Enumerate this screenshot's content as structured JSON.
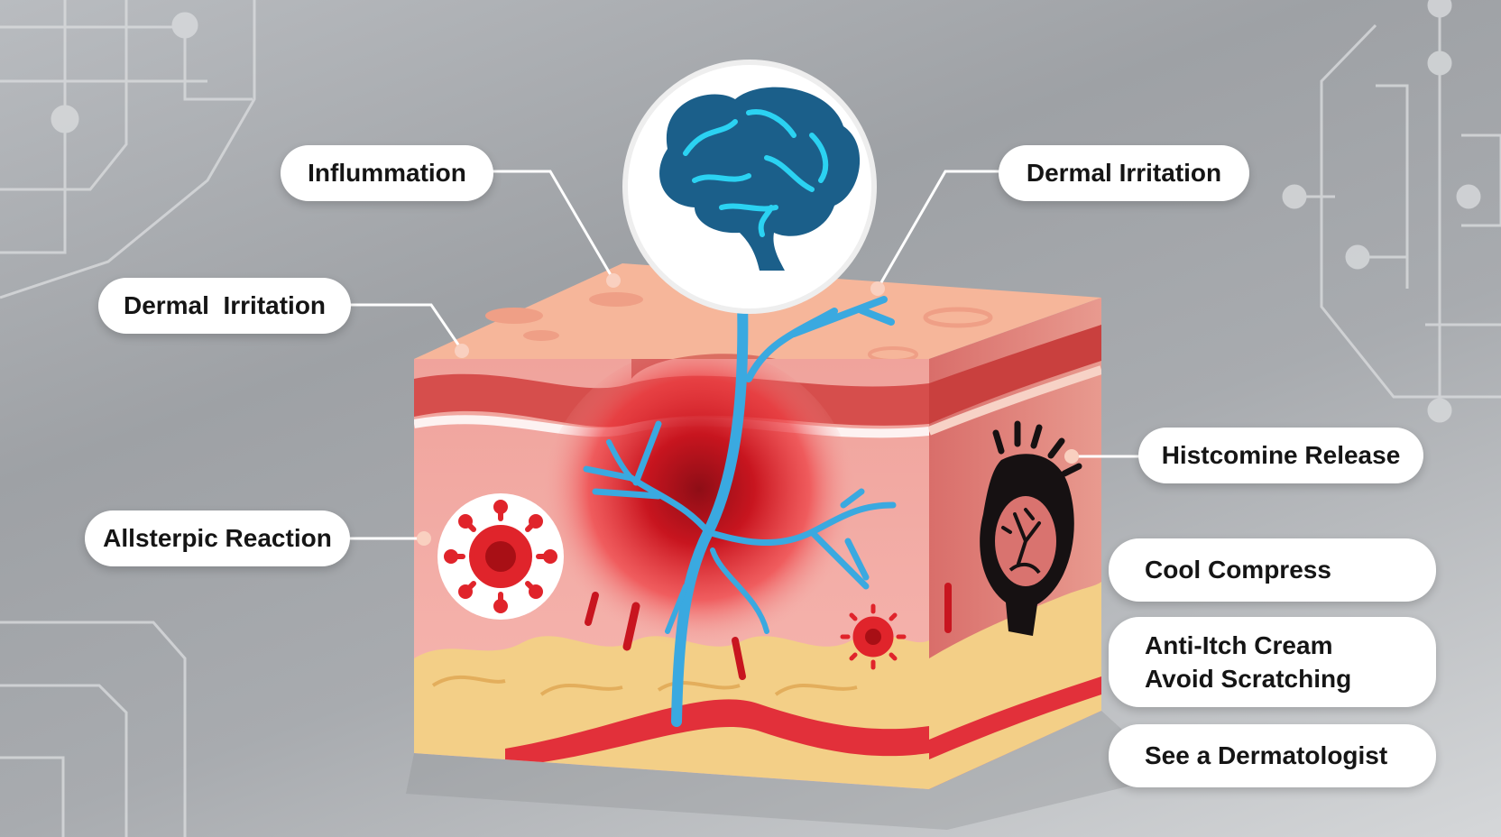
{
  "labels": {
    "inflammation": "Inflummation",
    "dermal_irritation_top": "Dermal Irritation",
    "dermal_irritation_left": "Dermal  Irritation",
    "allergic_reaction": "Allsterpic Reaction",
    "histamine_release": "Histcomine Release"
  },
  "remedies": {
    "cool_compress": "Cool Compress",
    "anti_itch_cream": "Anti-Itch Cream",
    "avoid_scratching": "Avoid Scratching",
    "see_dermatologist": "See a Dermatologist"
  },
  "icons": {
    "brain": "brain-icon",
    "virus": "virus-icon",
    "itch_figure": "itch-figure-icon",
    "circuit": "circuit-decoration"
  },
  "colors": {
    "nerve": "#3aa9e0",
    "brain": "#1b5f8a",
    "inflammation_red": "#d41f2a",
    "skin_top": "#f6b69a",
    "skin_front": "#f3aaa6",
    "fat": "#f3cf87",
    "side": "#d9736f"
  }
}
